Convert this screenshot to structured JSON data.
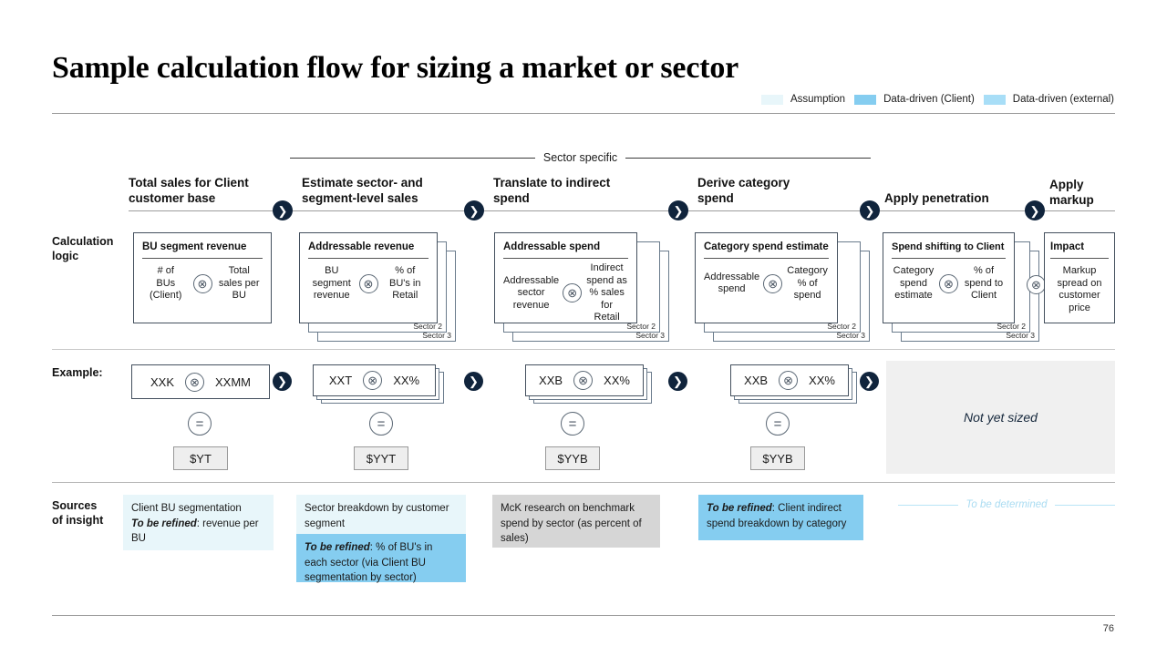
{
  "slide": {
    "title": "Sample calculation flow for sizing a market or sector",
    "page_number": "76",
    "bracket_label": "Sector specific"
  },
  "colors": {
    "assumption": "#e8f6fa",
    "data_driven_client": "#85cdf0",
    "data_driven_external": "#a8def7",
    "navy": "#10243c",
    "result_grey": "#eeeeee",
    "mck_grey": "#d6d6d6",
    "notsized_grey": "#f0f0f0"
  },
  "legend": {
    "items": [
      {
        "label": "Assumption",
        "color": "#e8f6fa"
      },
      {
        "label": "Data-driven (Client)",
        "color": "#85cdf0"
      },
      {
        "label": "Data-driven (external)",
        "color": "#a8def7"
      }
    ]
  },
  "row_labels": {
    "calculation_logic": "Calculation\nlogic",
    "calculation_logic_l1": "Calculation",
    "calculation_logic_l2": "logic",
    "example": "Example:",
    "sources_l1": "Sources",
    "sources_l2": "of insight"
  },
  "phases": [
    {
      "label_l1": "Total sales for Client",
      "label_l2": "customer base"
    },
    {
      "label_l1": "Estimate sector- and",
      "label_l2": "segment-level sales"
    },
    {
      "label_l1": "Translate to indirect",
      "label_l2": "spend"
    },
    {
      "label_l1": "Derive category",
      "label_l2": "spend"
    },
    {
      "label_l1": "Apply penetration",
      "label_l2": ""
    },
    {
      "label_l1": "Apply",
      "label_l2": "markup"
    }
  ],
  "calc_cards": [
    {
      "title": "BU segment revenue",
      "left": "# of\nBUs\n(Client)",
      "left_lines": [
        "# of",
        "BUs",
        "(Client)"
      ],
      "operator": "⊗",
      "right_lines": [
        "Total",
        "sales per",
        "BU"
      ],
      "stacked": false,
      "stack_labels": []
    },
    {
      "title": "Addressable revenue",
      "left_lines": [
        "BU",
        "segment",
        "revenue"
      ],
      "operator": "⊗",
      "right_lines": [
        "% of",
        "BU's in",
        "Retail"
      ],
      "stacked": true,
      "stack_labels": [
        "Sector 2",
        "Sector 3"
      ]
    },
    {
      "title": "Addressable spend",
      "left_lines": [
        "Addressable",
        "sector",
        "revenue"
      ],
      "operator": "⊗",
      "right_lines": [
        "Indirect",
        "spend as",
        "% sales for",
        "Retail"
      ],
      "stacked": true,
      "stack_labels": [
        "Sector 2",
        "Sector 3"
      ]
    },
    {
      "title": "Category spend estimate",
      "left_lines": [
        "Addressable",
        "spend"
      ],
      "operator": "⊗",
      "right_lines": [
        "Category",
        "% of",
        "spend"
      ],
      "stacked": true,
      "stack_labels": [
        "Sector 2",
        "Sector 3"
      ]
    },
    {
      "title": "Spend shifting to Client",
      "left_lines": [
        "Category",
        "spend",
        "estimate"
      ],
      "operator": "⊗",
      "right_lines": [
        "% of",
        "spend to",
        "Client"
      ],
      "stacked": true,
      "stack_labels": [
        "Sector 2",
        "Sector 3"
      ]
    },
    {
      "title": "Impact",
      "left_lines": [],
      "operator": "",
      "right_lines": [
        "Markup",
        "spread on",
        "customer",
        "price"
      ],
      "stacked": false,
      "stack_labels": []
    }
  ],
  "inter_card_operator": "⊗",
  "examples": [
    {
      "left": "XXK",
      "operator": "⊗",
      "right": "XXMM",
      "equals": "=",
      "result": "$YT",
      "stacked": false,
      "dots": ""
    },
    {
      "left": "XXT",
      "operator": "⊗",
      "right": "XX%",
      "equals": "=",
      "result": "$YYT",
      "stacked": true,
      "dots": "···"
    },
    {
      "left": "XXB",
      "operator": "⊗",
      "right": "XX%",
      "equals": "=",
      "result": "$YYB",
      "stacked": true,
      "dots": "···"
    },
    {
      "left": "XXB",
      "operator": "⊗",
      "right": "XX%",
      "equals": "=",
      "result": "$YYB",
      "stacked": true,
      "dots": "···"
    }
  ],
  "not_yet_sized": "Not yet sized",
  "sources": [
    {
      "blocks": [
        {
          "color": "#e8f6fa",
          "lines": [
            {
              "bold_prefix": "",
              "text": "Client BU segmentation"
            },
            {
              "bold_prefix": "To be refined",
              "text": ": revenue per BU"
            }
          ]
        }
      ]
    },
    {
      "blocks": [
        {
          "color": "#e8f6fa",
          "lines": [
            {
              "bold_prefix": "",
              "text": "Sector breakdown by customer segment"
            }
          ]
        },
        {
          "color": "#85cdf0",
          "lines": [
            {
              "bold_prefix": "To be refined",
              "text": ": % of BU's in each sector (via Client BU segmentation by sector)"
            }
          ]
        }
      ]
    },
    {
      "blocks": [
        {
          "color": "#d6d6d6",
          "lines": [
            {
              "bold_prefix": "",
              "text": "McK research on benchmark spend by sector (as percent of sales)"
            }
          ]
        }
      ]
    },
    {
      "blocks": [
        {
          "color": "#85cdf0",
          "lines": [
            {
              "bold_prefix": "To be refined",
              "text": ": Client indirect spend breakdown by category"
            }
          ]
        }
      ]
    }
  ],
  "to_be_determined": "To be determined"
}
